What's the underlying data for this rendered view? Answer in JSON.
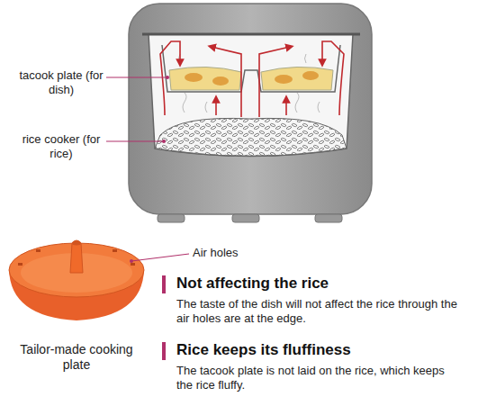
{
  "diagram": {
    "labels": [
      "tacook plate (for dish)",
      "rice cooker (for rice)",
      "Air holes",
      "Not affecting the rice",
      "The taste of the dish will not affect the rice through the air holes are at the edge.",
      "Rice keeps its fluffiness",
      "The tacook plate is not laid on the rice, which keeps the rice fluffy.",
      "Tailor-made cooking plate"
    ]
  }
}
